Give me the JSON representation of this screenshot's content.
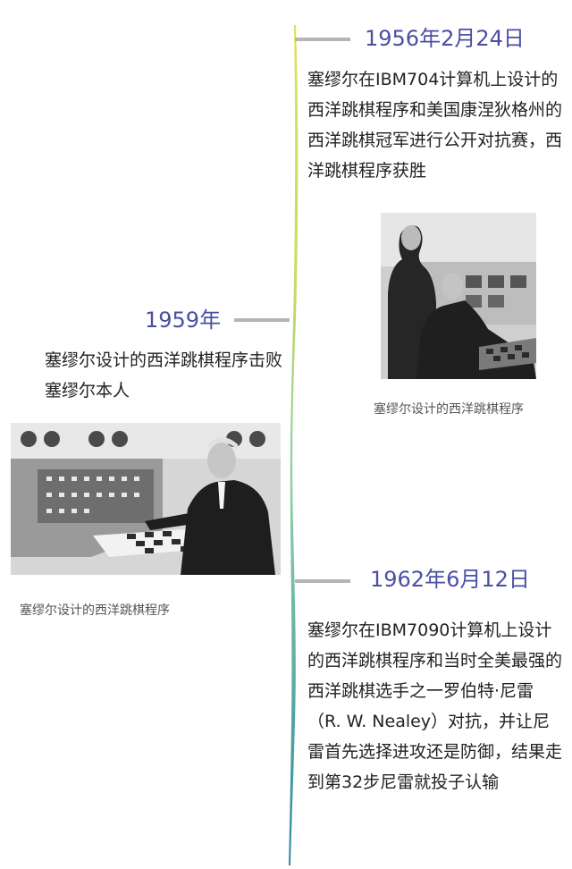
{
  "events": [
    {
      "date": "1956年2月24日",
      "description": "塞缪尔在IBM704计算机上设计的西洋跳棋程序和美国康涅狄格州的西洋跳棋冠军进行公开对抗赛，西洋跳棋程序获胜",
      "photo_caption": "塞缪尔设计的西洋跳棋程序"
    },
    {
      "date": "1959年",
      "description": "塞缪尔设计的西洋跳棋程序击败塞缪尔本人",
      "photo_caption": "塞缪尔设计的西洋跳棋程序"
    },
    {
      "date": "1962年6月12日",
      "description": "塞缪尔在IBM7090计算机上设计的西洋跳棋程序和当时全美最强的西洋跳棋选手之一罗伯特·尼雷（R. W. Nealey）对抗，并让尼雷首先选择进攻还是防御，结果走到第32步尼雷就投子认输"
    }
  ],
  "colors": {
    "date": "#4a4fa3",
    "connector": "#b5b5b5",
    "spine_top": "#d9e35a",
    "spine_bottom": "#2f8f9e"
  }
}
